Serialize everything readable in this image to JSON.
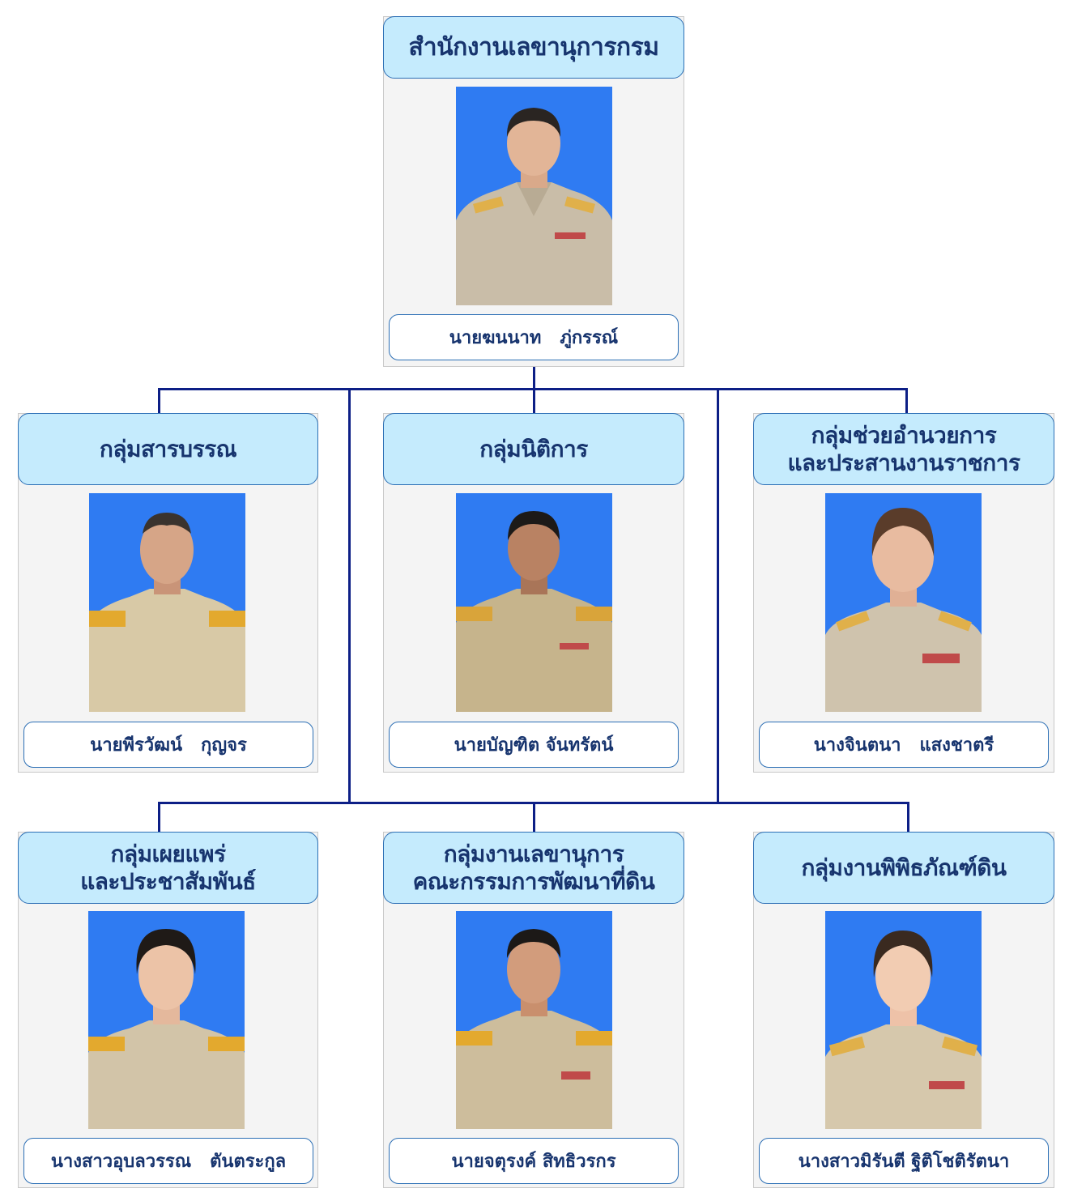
{
  "title": "สำนักงานเลขานุการกรม",
  "colors": {
    "line": "#0d1f86",
    "header_fill": "#c5ebfd",
    "header_border": "#2c6fb5",
    "text": "#17346e",
    "photo_bg": "#2f7bf2",
    "card_bg": "#f4f4f4"
  },
  "head": {
    "unit": "สำนักงานเลขานุการกรม",
    "name": "นายฆนนาท   ภู่กรรณ์",
    "photo": "portrait-man-uniform"
  },
  "groups": [
    {
      "unit": "กลุ่มสารบรรณ",
      "name": "นายพีรวัฒน์   กุญจร",
      "photo": "portrait-man-uniform"
    },
    {
      "unit": "กลุ่มนิติการ",
      "name": "นายบัญฑิต จันทรัตน์",
      "photo": "portrait-man-uniform"
    },
    {
      "unit": "กลุ่มช่วยอำนวยการ\nและประสานงานราชการ",
      "name": "นางจินตนา   แสงชาตรี",
      "photo": "portrait-woman-uniform"
    },
    {
      "unit": "กลุ่มเผยแพร่\nและประชาสัมพันธ์",
      "name": "นางสาวอุบลวรรณ   ตันตระกูล",
      "photo": "portrait-woman-uniform"
    },
    {
      "unit": "กลุ่มงานเลขานุการ\nคณะกรรมการพัฒนาที่ดิน",
      "name": "นายจตุรงค์ สิทธิวรกร",
      "photo": "portrait-man-uniform"
    },
    {
      "unit": "กลุ่มงานพิพิธภัณฑ์ดิน",
      "name": "นางสาวมิรันตี ฐิติโชติรัตนา",
      "photo": "portrait-woman-uniform"
    }
  ]
}
